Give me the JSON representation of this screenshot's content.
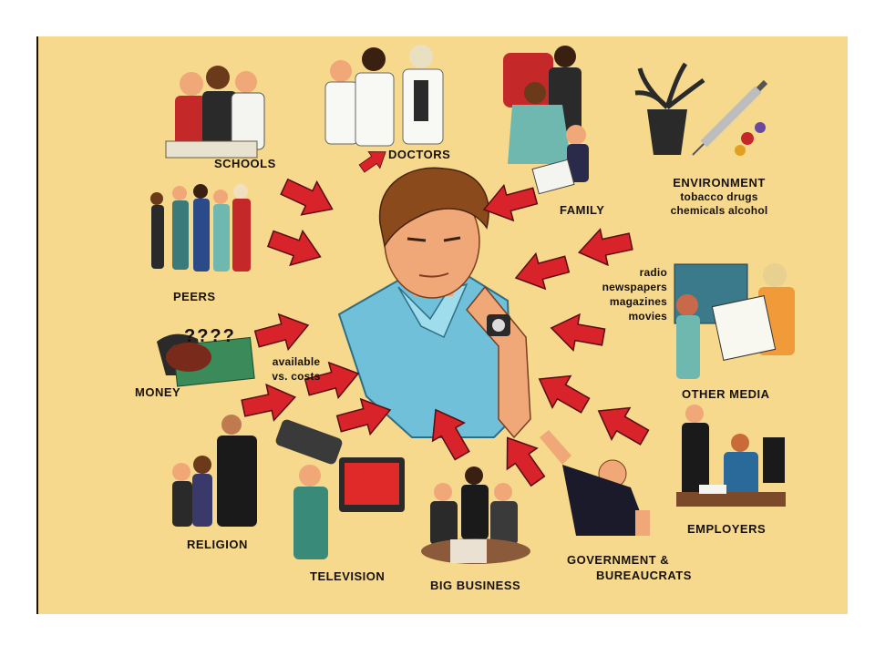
{
  "diagram": {
    "influences": {
      "schools": "SCHOOLS",
      "doctors": "DOCTORS",
      "family": "FAMILY",
      "environment_title": "ENVIRONMENT",
      "environment_line1": "tobacco drugs",
      "environment_line2": "chemicals alcohol",
      "peers": "PEERS",
      "media_line1": "radio",
      "media_line2": "newspapers",
      "media_line3": "magazines",
      "media_line4": "movies",
      "money": "MONEY",
      "money_note_line1": "available",
      "money_note_line2": "vs. costs",
      "other_media": "OTHER MEDIA",
      "religion": "RELIGION",
      "television": "TELEVISION",
      "big_business": "BIG BUSINESS",
      "government_line1": "GOVERNMENT &",
      "government_line2": "BUREAUCRATS",
      "employers": "EMPLOYERS"
    },
    "question_marks": "????"
  },
  "colors": {
    "background": "#f6d98c",
    "arrow": "#d8232a",
    "arrow_outline": "#5a0d10",
    "ink": "#17110a",
    "shirt": "#6fc0d8",
    "hair": "#8a4a1c",
    "skin": "#f0a878"
  }
}
